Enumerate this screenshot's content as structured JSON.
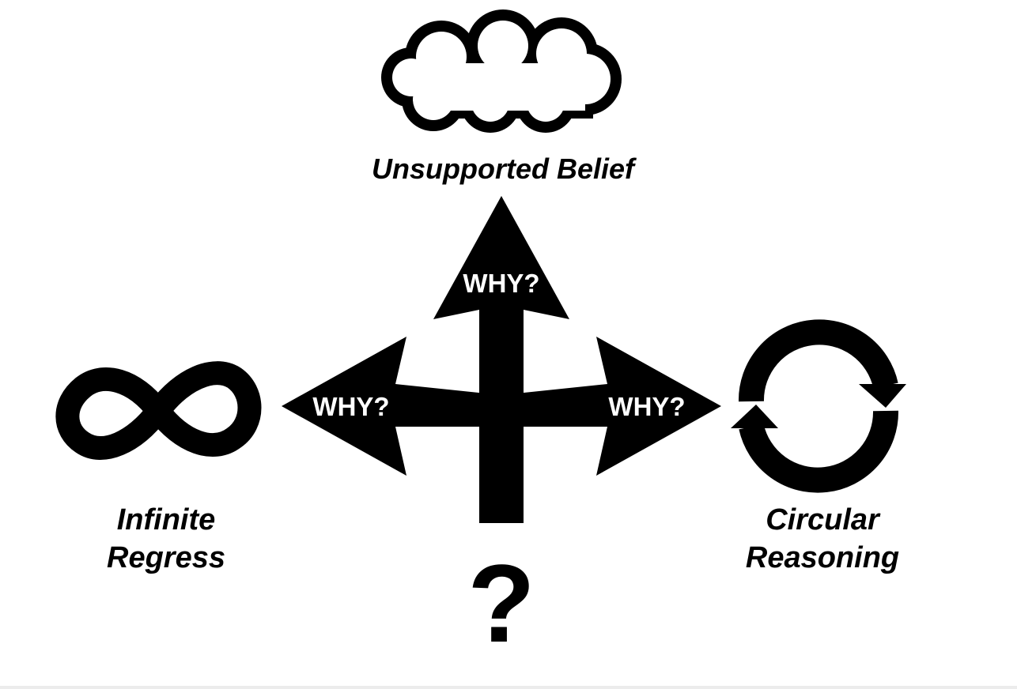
{
  "labels": {
    "top": "Unsupported Belief",
    "left_line1": "Infinite",
    "left_line2": "Regress",
    "right_line1": "Circular",
    "right_line2": "Reasoning",
    "bottom": "?"
  },
  "arrows": {
    "up": "WHY?",
    "left": "WHY?",
    "right": "WHY?"
  },
  "icons": {
    "top": "cloud-icon",
    "left": "infinity-icon",
    "right": "circular-arrows-icon",
    "center": "three-way-arrow-icon"
  },
  "colors": {
    "ink": "#000000",
    "background": "#ffffff",
    "arrow_text": "#ffffff"
  }
}
